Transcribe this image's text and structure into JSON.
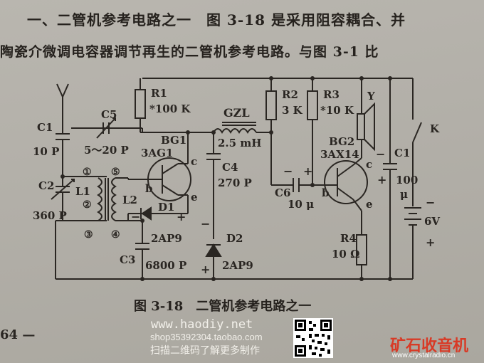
{
  "header": {
    "line1": "一、二管机参考电路之一　图 3-18 是采用阻容耦合、并",
    "line2": "陶瓷介微调电容器调节再生的二管机参考电路。与图 3-1 比"
  },
  "caption": "图 3-18　二管机参考电路之一",
  "page_number": "64 —",
  "labels": {
    "C1": "C1",
    "C1_val": "10 P",
    "C2": "C2",
    "C2_val": "360 P",
    "C5": "C5",
    "C5_val": "5～20 P",
    "L1": "L1",
    "L2": "L2",
    "n1": "①",
    "n2": "②",
    "n3": "③",
    "n4": "④",
    "n5": "⑤",
    "R1": "R1",
    "R1_val": "*100 K",
    "BG1": "BG1",
    "BG1_type": "3AG1",
    "b1": "b",
    "c1": "c",
    "e1": "e",
    "D1": "D1",
    "D1_type": "2AP9",
    "C3": "C3",
    "C3_val": "6800 P",
    "GZL": "GZL",
    "GZL_val": "2.5 mH",
    "C4": "C4",
    "C4_val": "270 P",
    "D2": "D2",
    "D2_type": "2AP9",
    "R2": "R2",
    "R2_val": "3 K",
    "R3": "R3",
    "R3_val": "*10 K",
    "Y": "Y",
    "BG2": "BG2",
    "BG2_type": "3AX14",
    "C6": "C6",
    "C6_val": "10 μ",
    "b2": "b",
    "c2": "c",
    "e2": "e",
    "C7": "C1",
    "C7_val1": "100",
    "C7_val2": "μ",
    "R4": "R4",
    "R4_val": "10 Ω",
    "K": "K",
    "batt": "6V",
    "minus": "−",
    "plus": "+"
  },
  "watermark": {
    "site": "www.haodiy.net",
    "shop": "shop35392304.taobao.com",
    "scan": "扫描二维码了解更多制作",
    "brand": "矿石收音机",
    "brand_url": "www.crystalradio.cn"
  },
  "colors": {
    "paper": "#b5b2ab",
    "ink": "#2a2622",
    "brand": "#d83a26"
  }
}
